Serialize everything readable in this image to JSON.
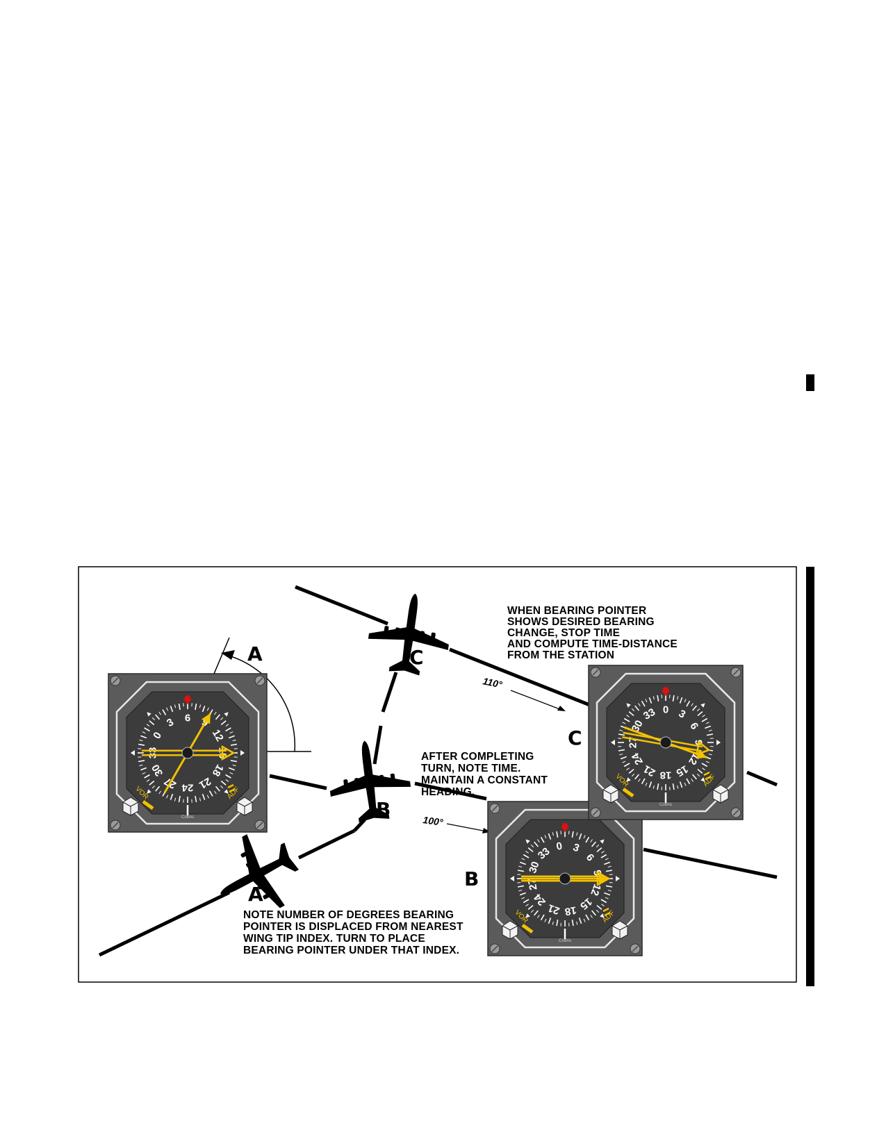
{
  "figure": {
    "label_a_arc": "A",
    "label_a_plane": "A",
    "label_b_plane": "B",
    "label_c_plane": "C",
    "label_b_instrument": "B",
    "label_c_instrument": "C",
    "heading_100": "100°",
    "heading_110": "110°",
    "caption_a": [
      "NOTE NUMBER OF DEGREES BEARING",
      "POINTER IS DISPLACED FROM NEAREST",
      "WING TIP INDEX. TURN TO PLACE",
      "BEARING POINTER UNDER THAT INDEX."
    ],
    "caption_b": [
      "AFTER COMPLETING",
      "TURN, NOTE TIME.",
      "MAINTAIN A CONSTANT",
      "HEADING."
    ],
    "caption_c": [
      "WHEN BEARING POINTER",
      "SHOWS DESIRED BEARING",
      "CHANGE, STOP TIME",
      "AND COMPUTE TIME-DISTANCE",
      "FROM THE STATION"
    ]
  },
  "instruments": [
    {
      "id": "instrument-a",
      "heading_deg": 60,
      "bearing_pointer_deg": 150,
      "bearing_pointer_2_deg": 90,
      "card_numbers": [
        "0",
        "3",
        "6",
        "9",
        "12",
        "15",
        "18",
        "21",
        "24",
        "27",
        "30",
        "33"
      ],
      "vor_label": "VOR",
      "adf_label": "ADF",
      "brand": "Collins"
    },
    {
      "id": "instrument-b",
      "heading_deg": 10,
      "bearing_pointer_deg": 100,
      "bearing_pointer_2_deg": 100,
      "card_numbers": [
        "0",
        "3",
        "6",
        "9",
        "12",
        "15",
        "18",
        "21",
        "24",
        "27",
        "30",
        "33"
      ],
      "vor_label": "VOR",
      "adf_label": "ADF",
      "brand": "Collins"
    },
    {
      "id": "instrument-c",
      "heading_deg": 0,
      "bearing_pointer_deg": 100,
      "bearing_pointer_2_deg": 110,
      "card_numbers": [
        "0",
        "3",
        "6",
        "9",
        "12",
        "15",
        "18",
        "21",
        "24",
        "27",
        "30",
        "33"
      ],
      "vor_label": "VOR",
      "adf_label": "ADF",
      "brand": "Collins"
    }
  ],
  "colors": {
    "bezel": "#5b5b5b",
    "dial_face": "#3c3c3c",
    "pointer": "#f2c200",
    "lubber": "#e01010",
    "ink": "#000000"
  }
}
